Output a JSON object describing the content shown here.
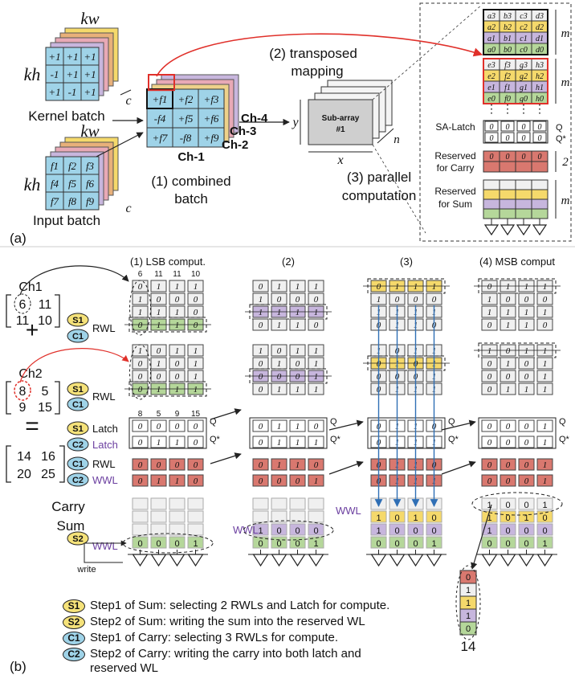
{
  "panel_a": {
    "label": "(a)",
    "kernel_batch": {
      "title": "Kernel batch",
      "kw": "kw",
      "kh": "kh",
      "c": "c",
      "cells": [
        "+1",
        "+1",
        "+1",
        "-1",
        "+1",
        "+1",
        "+1",
        "-1",
        "+1"
      ]
    },
    "input_batch": {
      "title": "Input batch",
      "kw": "kw",
      "kh": "kh",
      "c": "c",
      "cells": [
        "f1",
        "f2",
        "f3",
        "f4",
        "f5",
        "f6",
        "f7",
        "f8",
        "f9"
      ]
    },
    "combined": {
      "caption_line1": "(1) combined",
      "caption_line2": "batch",
      "cells": [
        "+f1",
        "+f2",
        "+f3",
        "-f4",
        "+f5",
        "+f6",
        "+f7",
        "-f8",
        "+f9"
      ],
      "channels": [
        "Ch-4",
        "Ch-3",
        "Ch-2",
        "Ch-1"
      ]
    },
    "transposed_line1": "(2) transposed",
    "transposed_line2": "mapping",
    "subarray": {
      "line1": "Sub-array",
      "line2": "#1",
      "x": "x",
      "y": "y",
      "n": "n"
    },
    "parallel_line1": "(3) parallel",
    "parallel_line2": "computation",
    "detail": {
      "block1": [
        [
          "a3",
          "b3",
          "c3",
          "d3"
        ],
        [
          "a2",
          "b2",
          "c2",
          "d2"
        ],
        [
          "a1",
          "b1",
          "c1",
          "d1"
        ],
        [
          "a0",
          "b0",
          "c0",
          "d0"
        ]
      ],
      "block2": [
        [
          "e3",
          "f3",
          "g3",
          "h3"
        ],
        [
          "e2",
          "f2",
          "g2",
          "h2"
        ],
        [
          "e1",
          "f1",
          "g1",
          "h1"
        ],
        [
          "e0",
          "f0",
          "g0",
          "h0"
        ]
      ],
      "m": "m",
      "sa_latch": "SA-Latch",
      "q": "Q",
      "qstar": "Q*",
      "latch_vals": [
        [
          "0",
          "0",
          "0",
          "0"
        ],
        [
          "0",
          "0",
          "0",
          "0"
        ]
      ],
      "carry_label1": "Reserved",
      "carry_label2": "for Carry",
      "carry_vals": [
        "0",
        "0",
        "0",
        "0"
      ],
      "two": "2",
      "sum_label1": "Reserved",
      "sum_label2": "for Sum"
    }
  },
  "panel_b": {
    "label": "(b)",
    "ch1": {
      "label": "Ch1",
      "m": [
        [
          "6",
          "11"
        ],
        [
          "11",
          "10"
        ]
      ]
    },
    "ch2": {
      "label": "Ch2",
      "m": [
        [
          "8",
          "5"
        ],
        [
          "9",
          "15"
        ]
      ]
    },
    "plus": "+",
    "eq": "=",
    "result": [
      [
        "14",
        "16"
      ],
      [
        "20",
        "25"
      ]
    ],
    "pills": {
      "s1": "S1",
      "s2": "S2",
      "c1": "C1",
      "c2": "C2"
    },
    "row_labels": {
      "rwl": "RWL",
      "latch": "Latch",
      "wwl": "WWL",
      "carry": "Carry",
      "sum": "Sum",
      "write": "write",
      "q": "Q",
      "qstar": "Q*"
    },
    "steps": [
      {
        "title": "(1) LSB comput.",
        "col_top": [
          "6",
          "11",
          "11",
          "10"
        ],
        "col_bot": [
          "8",
          "5",
          "9",
          "15"
        ],
        "ch1": [
          [
            "0",
            "1",
            "1",
            "1"
          ],
          [
            "1",
            "0",
            "0",
            "0"
          ],
          [
            "1",
            "1",
            "1",
            "0"
          ],
          [
            "0",
            "1",
            "1",
            "0"
          ]
        ],
        "ch2": [
          [
            "1",
            "0",
            "1",
            "1"
          ],
          [
            "0",
            "1",
            "0",
            "1"
          ],
          [
            "0",
            "0",
            "0",
            "1"
          ],
          [
            "0",
            "1",
            "1",
            "1"
          ]
        ],
        "latch": [
          "0",
          "0",
          "0",
          "0"
        ],
        "latch2": [
          "0",
          "1",
          "1",
          "0"
        ],
        "carry1": [
          "0",
          "0",
          "0",
          "0"
        ],
        "carry2": [
          "0",
          "1",
          "1",
          "0"
        ],
        "sum": [
          [
            "",
            "",
            "",
            ""
          ],
          [
            "",
            "",
            "",
            ""
          ],
          [
            "0",
            "0",
            "0",
            "1"
          ]
        ]
      },
      {
        "title": "(2)",
        "ch1": [
          [
            "0",
            "1",
            "1",
            "1"
          ],
          [
            "1",
            "0",
            "0",
            "0"
          ],
          [
            "1",
            "1",
            "1",
            "1"
          ],
          [
            "0",
            "1",
            "1",
            "0"
          ]
        ],
        "ch2": [
          [
            "1",
            "0",
            "1",
            "1"
          ],
          [
            "0",
            "1",
            "0",
            "1"
          ],
          [
            "0",
            "0",
            "0",
            "1"
          ],
          [
            "0",
            "1",
            "1",
            "1"
          ]
        ],
        "latch": [
          "0",
          "1",
          "1",
          "0"
        ],
        "latch2": [
          "0",
          "1",
          "1",
          "1"
        ],
        "carry1": [
          "0",
          "1",
          "1",
          "0"
        ],
        "carry2": [
          "0",
          "0",
          "0",
          "1"
        ],
        "sum": [
          [
            "",
            "",
            "",
            ""
          ],
          [
            "1",
            "0",
            "0",
            "0"
          ],
          [
            "0",
            "0",
            "0",
            "1"
          ]
        ]
      },
      {
        "title": "(3)",
        "ch1": [
          [
            "0",
            "1",
            "1",
            "1"
          ],
          [
            "1",
            "0",
            "0",
            "0"
          ],
          [
            "1",
            "1",
            "1",
            "1"
          ],
          [
            "0",
            "1",
            "1",
            "0"
          ]
        ],
        "ch2": [
          [
            "1",
            "0",
            "1",
            "1"
          ],
          [
            "0",
            "1",
            "0",
            "1"
          ],
          [
            "0",
            "0",
            "0",
            "1"
          ],
          [
            "0",
            "1",
            "1",
            "1"
          ]
        ],
        "latch": [
          "0",
          "1",
          "1",
          "0"
        ],
        "latch2": [
          "0",
          "1",
          "1",
          "1"
        ],
        "carry1": [
          "0",
          "1",
          "1",
          "0"
        ],
        "carry2": [
          "0",
          "1",
          "1",
          "1"
        ],
        "sum": [
          [
            "1",
            "0",
            "1",
            "0"
          ],
          [
            "1",
            "0",
            "0",
            "0"
          ],
          [
            "0",
            "0",
            "0",
            "1"
          ]
        ]
      },
      {
        "title": "(4) MSB comput",
        "ch1": [
          [
            "0",
            "1",
            "1",
            "1"
          ],
          [
            "1",
            "0",
            "0",
            "0"
          ],
          [
            "1",
            "1",
            "1",
            "1"
          ],
          [
            "0",
            "1",
            "1",
            "0"
          ]
        ],
        "ch2": [
          [
            "1",
            "0",
            "1",
            "1"
          ],
          [
            "0",
            "1",
            "0",
            "1"
          ],
          [
            "0",
            "0",
            "0",
            "1"
          ],
          [
            "0",
            "1",
            "1",
            "1"
          ]
        ],
        "latch": [
          "0",
          "0",
          "0",
          "1"
        ],
        "latch2": [
          "0",
          "0",
          "0",
          "1"
        ],
        "carry1": [
          "0",
          "0",
          "0",
          "1"
        ],
        "carry2": [
          "0",
          "0",
          "0",
          "1"
        ],
        "sum": [
          [
            "1",
            "0",
            "0",
            "1"
          ],
          [
            "1",
            "0",
            "1",
            "0"
          ],
          [
            "1",
            "0",
            "0",
            "0"
          ],
          [
            "0",
            "0",
            "0",
            "1"
          ]
        ]
      }
    ],
    "final_col": [
      "0",
      "1",
      "1",
      "1",
      "0"
    ],
    "final_value": "14",
    "legend": [
      {
        "pill": "S1",
        "text": "Step1 of Sum: selecting 2 RWLs and Latch for compute."
      },
      {
        "pill": "S2",
        "text": "Step2 of Sum: writing the sum into the reserved WL"
      },
      {
        "pill": "C1",
        "text": "Step1 of Carry: selecting 3 RWLs for compute."
      },
      {
        "pill": "C2",
        "text": "Step2 of Carry: writing the carry into both latch and"
      },
      {
        "pill": "",
        "text": "reserved WL"
      }
    ]
  },
  "colors": {
    "kernel": "#9fd3e8",
    "yellow": "#f5d96b",
    "purple": "#c7b6dd",
    "green": "#b5d79a",
    "red": "#d9786f",
    "gray": "#e3e3e3",
    "light": "#f0f0f0",
    "arrow_red": "#e0302a",
    "arrow_blue": "#2f6fb5"
  }
}
